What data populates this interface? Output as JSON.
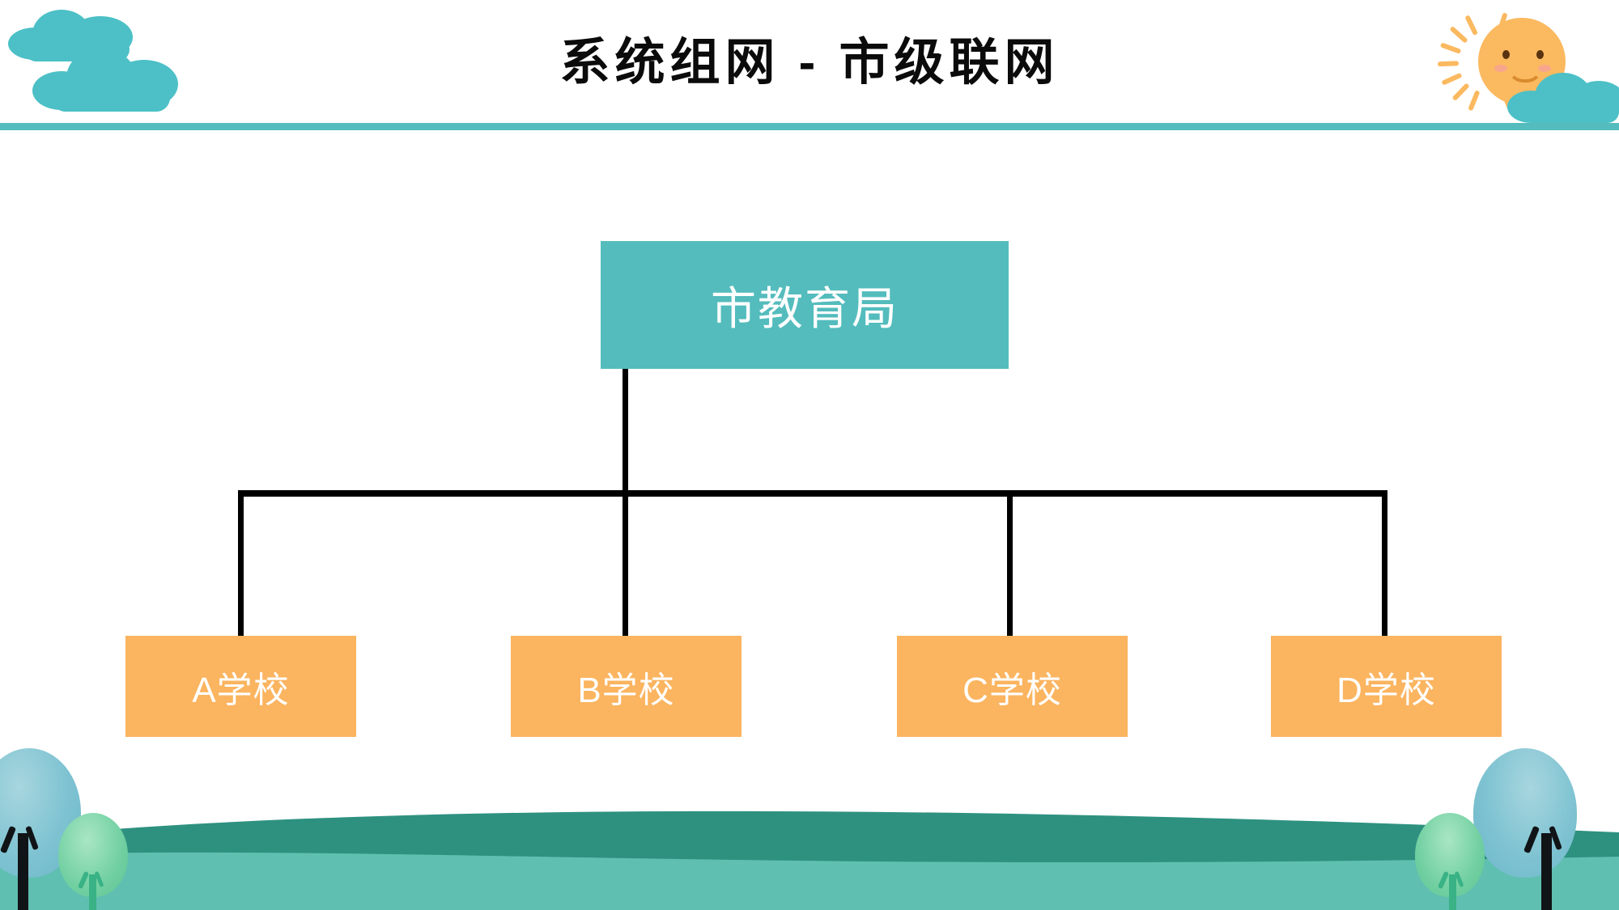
{
  "slide": {
    "title": "系统组网 - 市级联网",
    "background_color": "#ffffff"
  },
  "theme": {
    "accent_teal": "#54bcbd",
    "cloud_teal": "#4cc0c6",
    "node_root_fill": "#54bcbd",
    "node_leaf_fill": "#fbb45f",
    "node_text_color": "#ffffff",
    "connector_color": "#000000",
    "title_color": "#0b0b0b",
    "ground_dark": "#2e9180",
    "ground_light": "#5fbfb0",
    "sun_fill": "#fbb960",
    "tree_blue": "#8cc7d4",
    "tree_green": "#6ecfa0"
  },
  "header": {
    "divider_color": "#54bcbd",
    "cloud_left_label": "cloud",
    "cloud_left_second_label": "cloud",
    "sun_label": "smiling-sun",
    "sun_cloud_label": "cloud"
  },
  "diagram": {
    "type": "org-chart",
    "orientation": "top-down",
    "root": {
      "id": "city-bureau",
      "label": "市教育局",
      "fill": "#54bcbd",
      "text_color": "#ffffff"
    },
    "children": [
      {
        "id": "school-a",
        "label": "A学校",
        "fill": "#fbb45f",
        "text_color": "#ffffff"
      },
      {
        "id": "school-b",
        "label": "B学校",
        "fill": "#fbb45f",
        "text_color": "#ffffff"
      },
      {
        "id": "school-c",
        "label": "C学校",
        "fill": "#fbb45f",
        "text_color": "#ffffff"
      },
      {
        "id": "school-d",
        "label": "D学校",
        "fill": "#fbb45f",
        "text_color": "#ffffff"
      }
    ],
    "edges": [
      {
        "from": "city-bureau",
        "to": "school-a"
      },
      {
        "from": "city-bureau",
        "to": "school-b"
      },
      {
        "from": "city-bureau",
        "to": "school-c"
      },
      {
        "from": "city-bureau",
        "to": "school-d"
      }
    ]
  },
  "footer": {
    "tree_left_large_label": "tree",
    "tree_left_small_label": "tree",
    "tree_right_large_label": "tree",
    "tree_right_small_label": "tree",
    "ground_label": "ground"
  }
}
